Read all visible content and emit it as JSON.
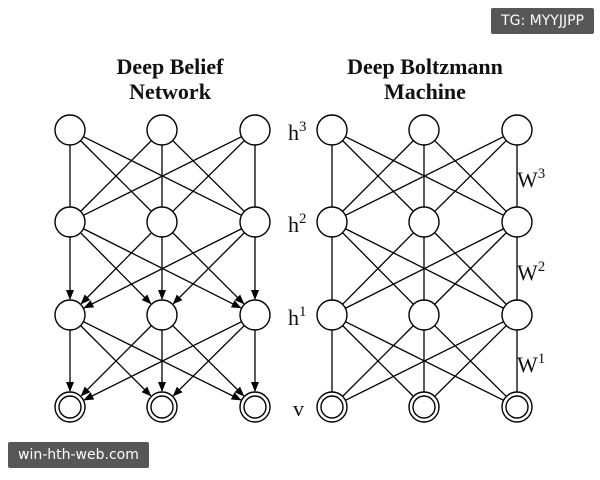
{
  "dbn": {
    "title_line1": "Deep Belief",
    "title_line2": "Network"
  },
  "dbm": {
    "title_line1": "Deep Boltzmann",
    "title_line2": "Machine"
  },
  "layer_labels": {
    "h3": {
      "base": "h",
      "sup": "3"
    },
    "h2": {
      "base": "h",
      "sup": "2"
    },
    "h1": {
      "base": "h",
      "sup": "1"
    },
    "v": {
      "base": "v",
      "sup": ""
    }
  },
  "weight_labels": {
    "w3": {
      "base": "W",
      "sup": "3"
    },
    "w2": {
      "base": "W",
      "sup": "2"
    },
    "w1": {
      "base": "W",
      "sup": "1"
    }
  },
  "watermarks": {
    "top_right": "TG: MYYJJPP",
    "bottom_left": "win-hth-web.com"
  }
}
